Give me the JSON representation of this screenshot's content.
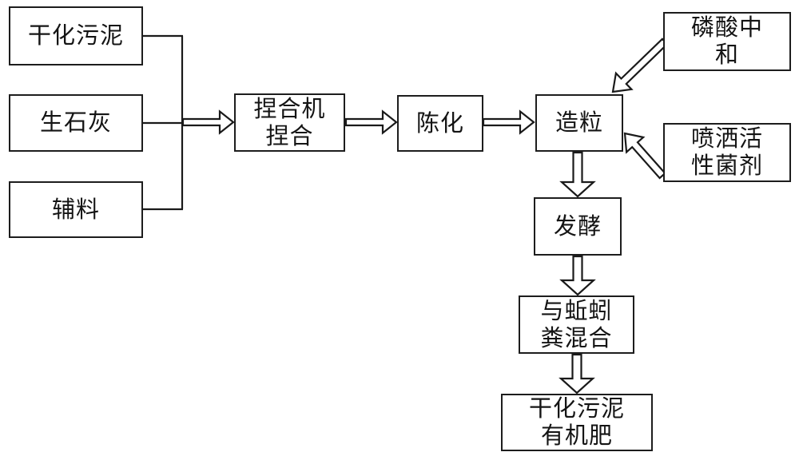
{
  "diagram": {
    "type": "flowchart",
    "background_color": "#ffffff",
    "line_color": "#1a1a1a",
    "nodes": {
      "dried_sludge": {
        "line1": "干化污泥"
      },
      "quicklime": {
        "line1": "生石灰"
      },
      "auxiliary_material": {
        "line1": "辅料"
      },
      "kneading": {
        "line1": "捏合机",
        "line2": "捏合"
      },
      "aging": {
        "line1": "陈化"
      },
      "granulation": {
        "line1": "造粒"
      },
      "phosphoric_acid": {
        "line1": "磷酸中",
        "line2": "和"
      },
      "spray_bacteria": {
        "line1": "喷洒活",
        "line2": "性菌剂"
      },
      "fermentation": {
        "line1": "发酵"
      },
      "earthworm_mix": {
        "line1": "与蚯蚓",
        "line2": "粪混合"
      },
      "organic_fertilizer": {
        "line1": "干化污泥",
        "line2": "有机肥"
      }
    },
    "edges": [
      {
        "from": "干化污泥",
        "to": "捏合机捏合"
      },
      {
        "from": "生石灰",
        "to": "捏合机捏合"
      },
      {
        "from": "辅料",
        "to": "捏合机捏合"
      },
      {
        "from": "捏合机捏合",
        "to": "陈化"
      },
      {
        "from": "陈化",
        "to": "造粒"
      },
      {
        "from": "磷酸中和",
        "to": "造粒"
      },
      {
        "from": "喷洒活性菌剂",
        "to": "造粒"
      },
      {
        "from": "造粒",
        "to": "发酵"
      },
      {
        "from": "发酵",
        "to": "与蚯蚓粪混合"
      },
      {
        "from": "与蚯蚓粪混合",
        "to": "干化污泥有机肥"
      }
    ]
  }
}
